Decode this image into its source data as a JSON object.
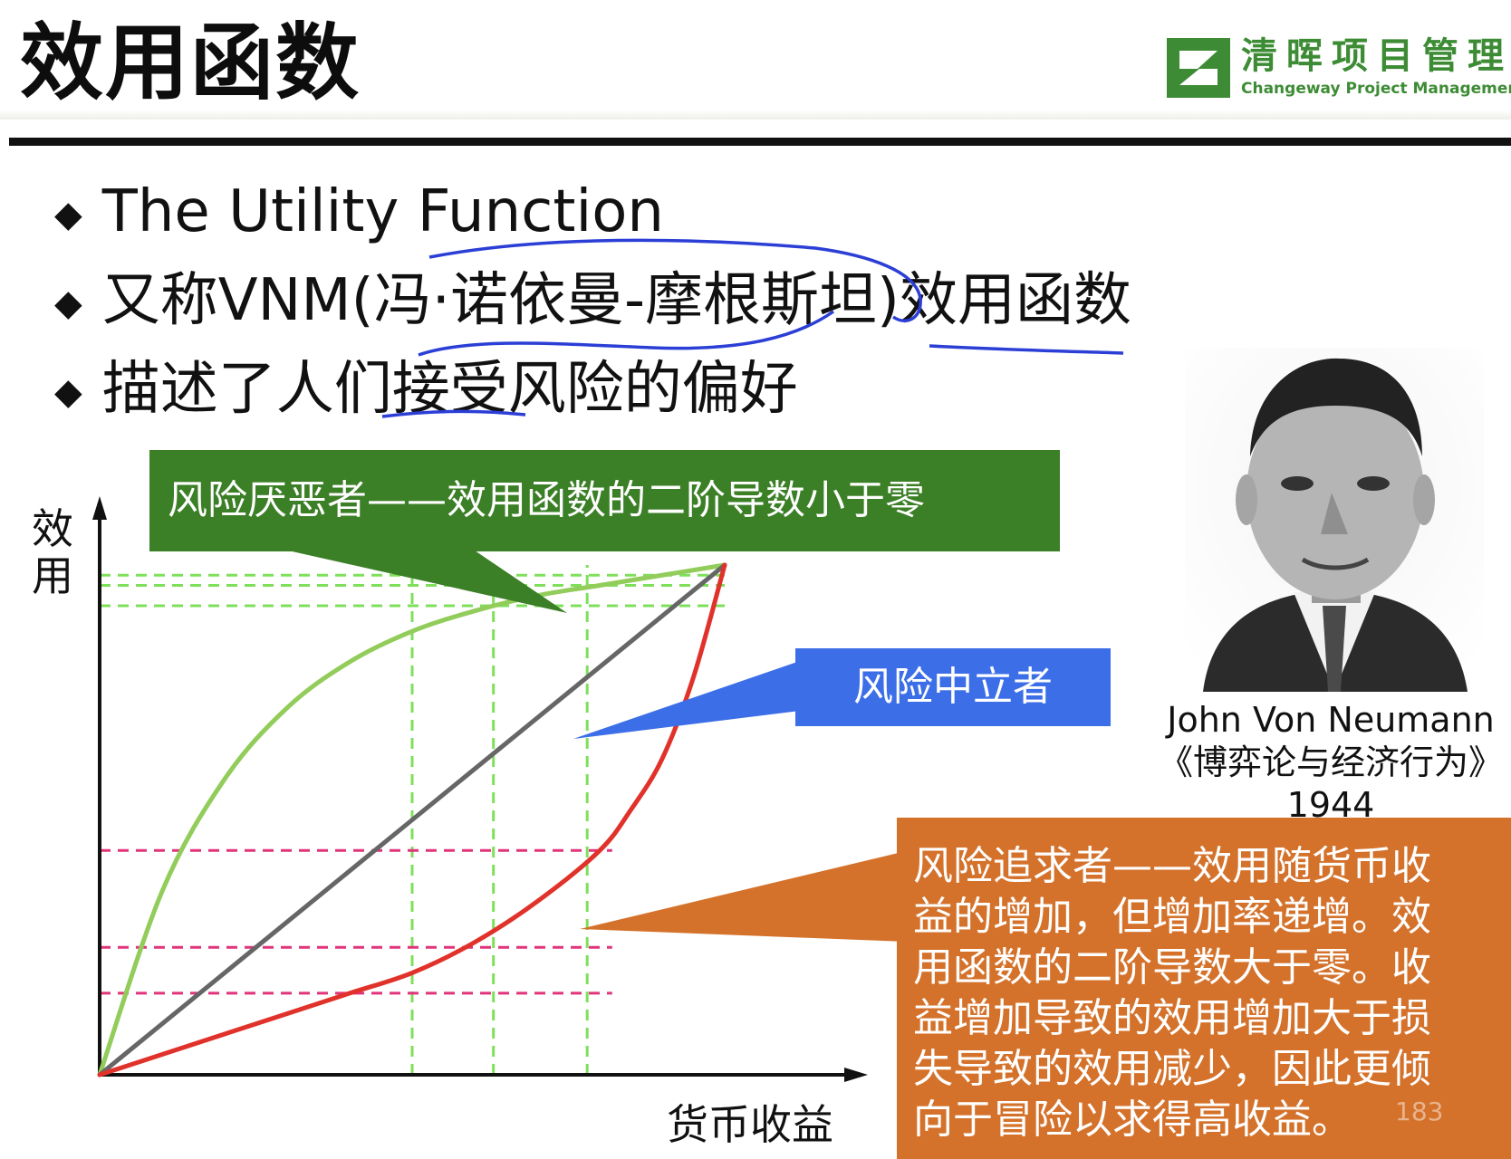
{
  "header": {
    "title": "效用函数",
    "logo": {
      "name_cn": "清晖项目管理",
      "name_en": "Changeway Project Management",
      "color": "#3d8c35"
    }
  },
  "bullets": [
    "The Utility Function",
    "又称VNM(冯·诺依曼-摩根斯坦)效用函数",
    "描述了人们接受风险的偏好"
  ],
  "chart_data": {
    "type": "line",
    "xlabel": "货币收益",
    "ylabel": "效用",
    "series": [
      {
        "color": "#92cc5a",
        "x": [
          0,
          0.1,
          0.2,
          0.3,
          0.4,
          0.5,
          0.6,
          0.7,
          0.8,
          0.9,
          1.0
        ],
        "y": [
          0,
          0.36,
          0.58,
          0.72,
          0.81,
          0.87,
          0.91,
          0.94,
          0.96,
          0.98,
          1.0
        ]
      },
      {
        "color": "#666666",
        "x": [
          0,
          1
        ],
        "y": [
          0,
          1
        ]
      },
      {
        "color": "#e0322a",
        "x": [
          0,
          0.1,
          0.2,
          0.3,
          0.4,
          0.5,
          0.6,
          0.7,
          0.8,
          0.85,
          0.9,
          0.95,
          1.0
        ],
        "y": [
          0,
          0.04,
          0.08,
          0.12,
          0.16,
          0.2,
          0.26,
          0.34,
          0.44,
          0.52,
          0.62,
          0.78,
          1.0
        ]
      }
    ],
    "guides": {
      "green_x": [
        0.5,
        0.63,
        0.78
      ],
      "green_y": [
        0.98,
        0.96,
        0.92
      ],
      "pink_y": [
        0.44,
        0.25,
        0.16
      ]
    },
    "callouts": {
      "averse": "风险厌恶者——效用函数的二阶导数小于零",
      "neutral": "风险中立者",
      "seeker": [
        "风险追求者——效用随货币收",
        "益的增加，但增加率递增。效",
        "用函数的二阶导数大于零。收",
        "益增加导致的效用增加大于损",
        "失导致的效用减少，因此更倾",
        "向于冒险以求得高收益。"
      ]
    },
    "callout_colors": {
      "averse": "#3b7f26",
      "neutral": "#3c6ee8",
      "seeker": "#d4722b"
    }
  },
  "portrait": {
    "caption": [
      "John Von Neumann",
      "《博弈论与经济行为》",
      "1944"
    ]
  },
  "page_number": "183"
}
